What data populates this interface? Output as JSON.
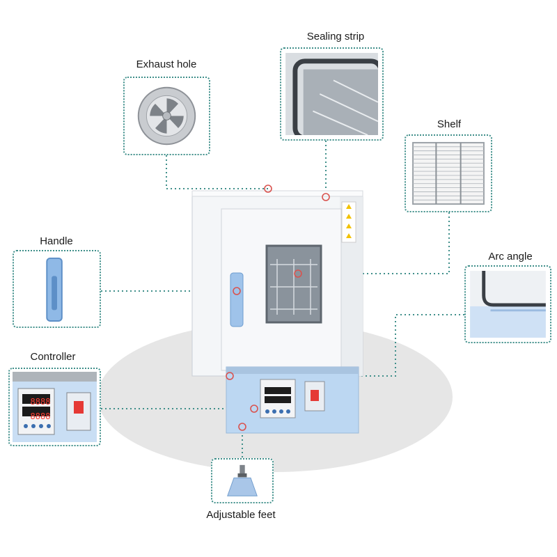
{
  "labels": {
    "exhaust_hole": "Exhaust hole",
    "sealing_strip": "Sealing strip",
    "shelf": "Shelf",
    "handle": "Handle",
    "arc_angle": "Arc angle",
    "controller": "Controller",
    "adjustable_feet": "Adjustable feet"
  },
  "controller": {
    "display_top": "8888",
    "display_bottom": "8888"
  },
  "colors": {
    "connector": "#3f8f8a",
    "marker": "#d9534f",
    "cabinet_white": "#f4f6f8",
    "cabinet_blue": "#bcd7f2",
    "switch_red": "#e53935"
  }
}
